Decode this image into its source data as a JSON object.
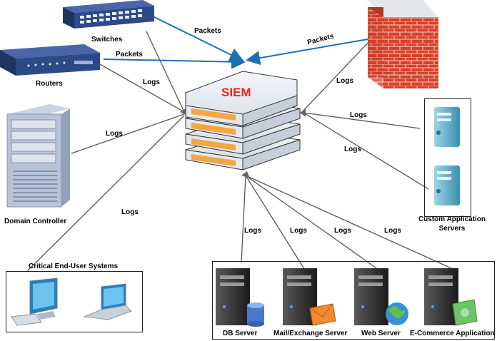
{
  "colors": {
    "line": "#555555",
    "packet_arrow": "#1f6fb5",
    "siem_text": "#e8261c",
    "server_orange": "#f4a640",
    "firewall_red": "#d9402b"
  },
  "siem": {
    "title": "SIEM"
  },
  "devices": {
    "switches": "Switches",
    "routers": "Routers",
    "domain_controller": "Domain Controller",
    "critical_systems": "Critical End-User Systems",
    "custom_servers_line1": "Custom Application",
    "custom_servers_line2": "Servers",
    "db_server": "DB Server",
    "mail_server": "Mail/Exchange Server",
    "web_server": "Web Server",
    "ecommerce": "E-Commerce Application"
  },
  "edges": {
    "packets_switches": "Packets",
    "packets_routers": "Packets",
    "packets_firewall": "Packets",
    "logs_switch_router": "Logs",
    "logs_domain": "Logs",
    "logs_firewall": "Logs",
    "logs_custom_1": "Logs",
    "logs_custom_2": "Logs",
    "logs_critical": "Logs",
    "logs_db": "Logs",
    "logs_mail": "Logs",
    "logs_web": "Logs",
    "logs_ecommerce": "Logs"
  },
  "icons": {
    "switch": "network-switch-icon",
    "router": "router-icon",
    "firewall": "firewall-icon",
    "domain_controller": "server-tower-icon",
    "custom_server": "server-icon",
    "desktop": "desktop-computer-icon",
    "laptop": "laptop-icon",
    "database": "database-icon",
    "mail": "mail-envelope-icon",
    "globe": "globe-icon",
    "money": "money-icon"
  }
}
